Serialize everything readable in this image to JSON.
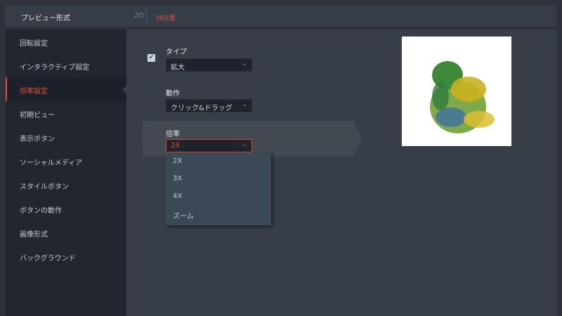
{
  "header": {
    "title": "プレビュー形式",
    "option_2d": "2D",
    "option_360": "360度"
  },
  "sidebar": {
    "items": [
      {
        "label": "回転設定"
      },
      {
        "label": "インタラクティブ設定"
      },
      {
        "label": "倍率設定"
      },
      {
        "label": "初期ビュー"
      },
      {
        "label": "表示ボタン"
      },
      {
        "label": "ソーシャルメディア"
      },
      {
        "label": "スタイルボタン"
      },
      {
        "label": "ボタンの動作"
      },
      {
        "label": "画像形式"
      },
      {
        "label": "バックグラウンド"
      }
    ],
    "active_index": 2
  },
  "main": {
    "type": {
      "label": "タイプ",
      "value": "拡大",
      "checked": true
    },
    "action": {
      "label": "動作",
      "value": "クリック&ドラッグ"
    },
    "zoom": {
      "label": "倍率",
      "value": "2X",
      "options": [
        "2X",
        "3X",
        "4X",
        "ズーム"
      ]
    }
  },
  "colors": {
    "accent": "#e0513f"
  }
}
